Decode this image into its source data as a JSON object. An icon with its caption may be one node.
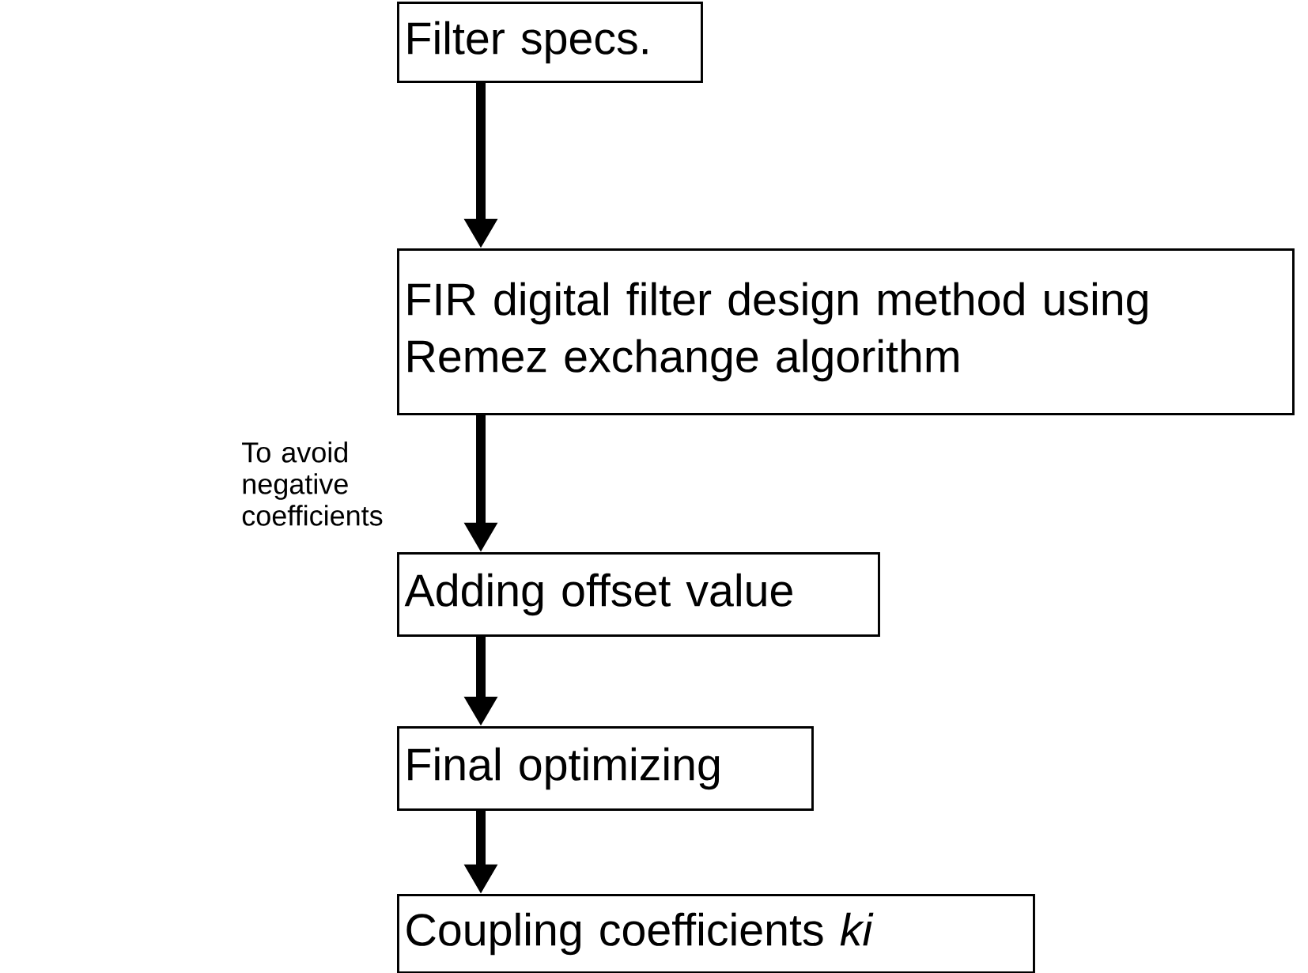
{
  "diagram": {
    "nodes": [
      {
        "text": [
          "Filter specs."
        ]
      },
      {
        "text": [
          "FIR digital filter design method using Remez exchange algorithm"
        ]
      },
      {
        "text": [
          "Adding offset value"
        ]
      },
      {
        "text": [
          "Final optimizing"
        ]
      },
      {
        "text": [
          "Coupling coefficients *ki*"
        ]
      }
    ],
    "edges": [
      {
        "from": 0,
        "to": 1,
        "arrow": "to"
      },
      {
        "from": 1,
        "to": 2,
        "arrow": "to",
        "label": "To avoid negative coefficients"
      },
      {
        "from": 2,
        "to": 3,
        "arrow": "to"
      },
      {
        "from": 3,
        "to": 4,
        "arrow": "to"
      }
    ]
  }
}
